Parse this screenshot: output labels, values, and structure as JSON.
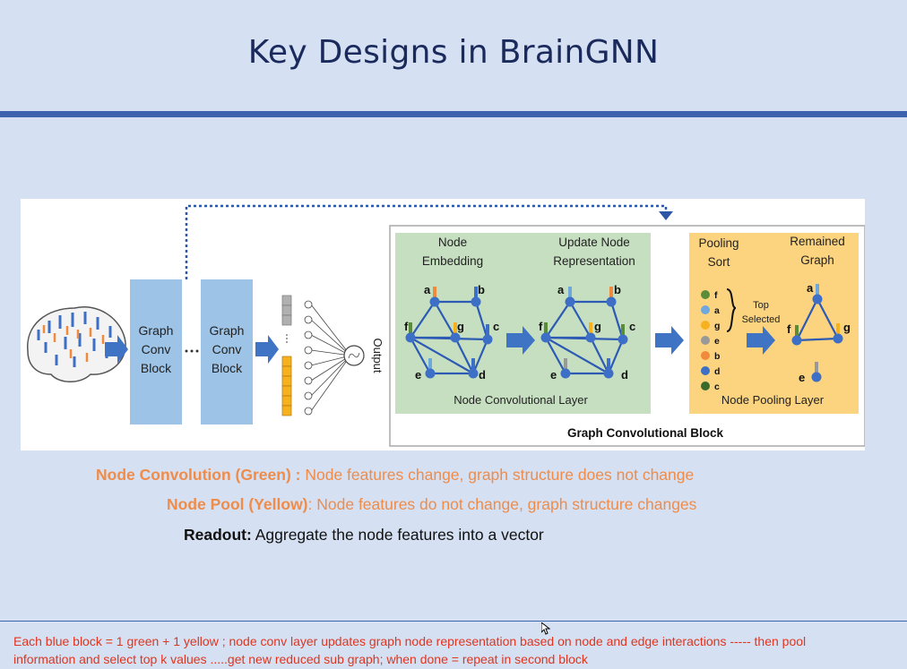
{
  "slide": {
    "title": "Key Designs in BrainGNN"
  },
  "figure": {
    "block1_label": [
      "Graph",
      "Conv",
      "Block"
    ],
    "block2_label": [
      "Graph",
      "Conv",
      "Block"
    ],
    "output_label": "Output",
    "node_embedding_label": [
      "Node",
      "Embedding"
    ],
    "update_node_label": [
      "Update Node",
      "Representation"
    ],
    "pooling_sort_label": [
      "Pooling",
      "Sort"
    ],
    "remained_graph_label": [
      "Remained",
      "Graph"
    ],
    "top_selected_label": [
      "Top",
      "Selected"
    ],
    "node_conv_layer_label": "Node Convolutional Layer",
    "node_pooling_layer_label": "Node Pooling Layer",
    "graph_conv_block_label": "Graph Convolutional Block",
    "sort_list": [
      "f",
      "a",
      "g",
      "e",
      "b",
      "d",
      "c"
    ],
    "node_letters": [
      "a",
      "b",
      "c",
      "d",
      "e",
      "f",
      "g"
    ],
    "remained_nodes": [
      "a",
      "f",
      "g",
      "e"
    ],
    "colors": {
      "blue_block": "#9dc3e6",
      "green_panel": "#c6dfc0",
      "yellow_panel": "#fcd37e",
      "node_blue": "#3c6fc5",
      "arrow_blue": "#3f73c4"
    }
  },
  "points": {
    "conv_title": "Node Convolution (Green) :",
    "conv_text": " Node features change,  graph structure does not change",
    "pool_title": "Node Pool (Yellow)",
    "pool_text": ": Node features do not change, graph structure changes",
    "readout_title": "Readout:",
    "readout_text": " Aggregate the node features into a vector"
  },
  "footer": {
    "note_line1": "Each blue block = 1 green + 1 yellow ;  node conv layer updates graph node representation based on node and edge interactions ----- then pool",
    "note_line2": "information and select top k values .....get new reduced sub graph; when done = repeat in second block"
  }
}
